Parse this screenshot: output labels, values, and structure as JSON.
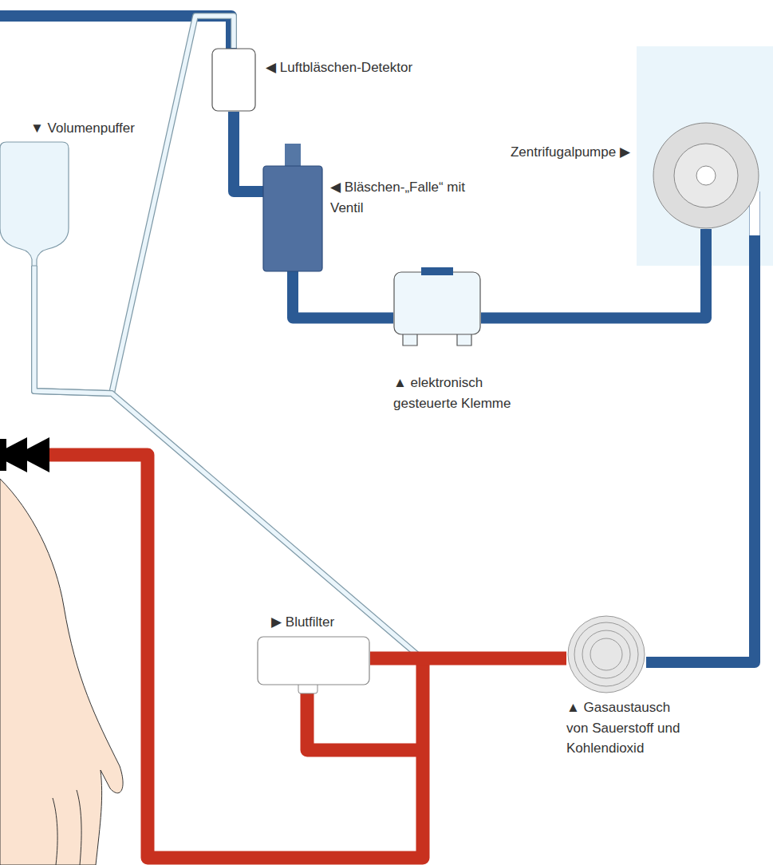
{
  "diagram": {
    "nodes": [
      {
        "text": [
          "▼ Volumenpuffer"
        ]
      },
      {
        "text": [
          "◀ Luftbläschen-Detektor"
        ]
      },
      {
        "text": [
          "◀ Bläschen-„Falle“ mit Ventil"
        ]
      },
      {
        "text": [
          "▲ elektronisch gesteuerte Klemme"
        ]
      },
      {
        "text": [
          "Zentrifugalpumpe ▶"
        ]
      },
      {
        "text": [
          "▲ Gasaustausch von Sauerstoff und Kohlendioxid"
        ]
      },
      {
        "text": [
          "▶ Blutfilter"
        ]
      }
    ],
    "edges": [
      {
        "from": 1,
        "to": 2,
        "arrow": "none"
      },
      {
        "from": 2,
        "to": 3,
        "arrow": "none"
      },
      {
        "from": 3,
        "to": 4,
        "arrow": "none"
      },
      {
        "from": 4,
        "to": 5,
        "arrow": "none"
      },
      {
        "from": 5,
        "to": 6,
        "arrow": "none"
      },
      {
        "from": 0,
        "to": 1,
        "arrow": "none"
      },
      {
        "from": 0,
        "to": 6,
        "arrow": "none"
      }
    ]
  }
}
